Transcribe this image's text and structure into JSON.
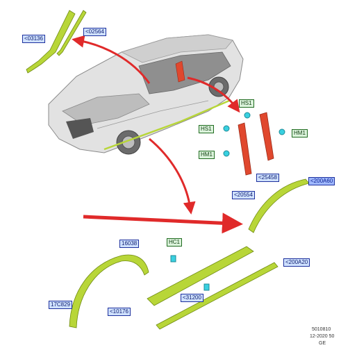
{
  "callouts": {
    "c03136": "<03136",
    "c02564": "<02564",
    "hs1_top": "HS1",
    "hs1_left": "HS1",
    "hm1_right": "HM1",
    "hm1_left": "HM1",
    "c25458": "<25458",
    "c20554": "<20554",
    "c200a60": "<200A60",
    "c16038": "16038",
    "hc1": "HC1",
    "c200a20": "<200A20",
    "c17c829": "17C829",
    "c31200": "<31200",
    "c10176": "<10176"
  },
  "footer": {
    "code": "5010810",
    "date": "12-2020 50",
    "region": "GE"
  },
  "colors": {
    "trim_green": "#b8d638",
    "trim_dark": "#6f8a12",
    "applique_red": "#e0482e",
    "arrow_red": "#e02a2a",
    "clip_cyan": "#39d0e0",
    "label_blue": "#1c2f9c",
    "label_green": "#1f6b1f"
  }
}
